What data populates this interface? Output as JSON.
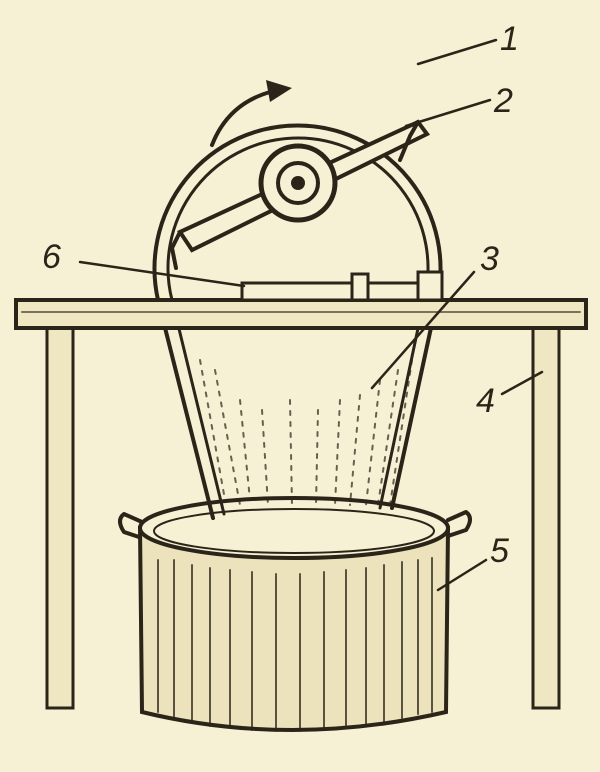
{
  "colors": {
    "paper": "#f6f0d4",
    "ink": "#2b2418",
    "shade": "#e3d9b0"
  },
  "callouts": [
    {
      "id": "belt",
      "text": "1"
    },
    {
      "id": "blade",
      "text": "2"
    },
    {
      "id": "spray",
      "text": "3"
    },
    {
      "id": "leg",
      "text": "4"
    },
    {
      "id": "pot",
      "text": "5"
    },
    {
      "id": "plate",
      "text": "6"
    }
  ]
}
